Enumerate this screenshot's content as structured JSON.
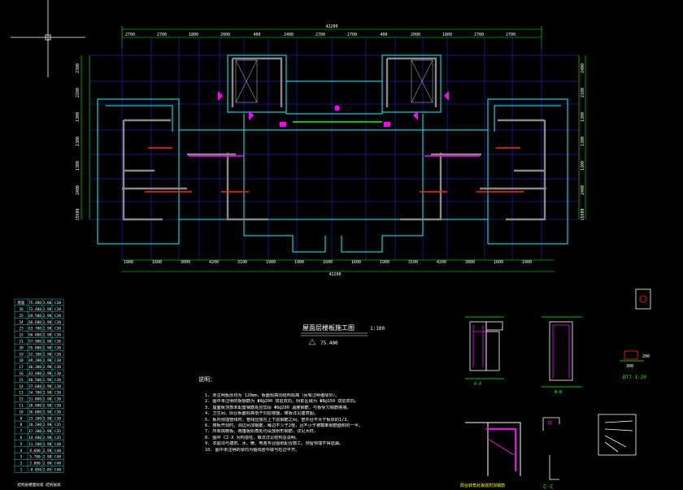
{
  "drawing": {
    "overall_dim": "42200",
    "top_dims": [
      "2700",
      "2700",
      "1800",
      "2000",
      "400",
      "2400",
      "2700",
      "2700",
      "400",
      "2000",
      "1800",
      "2700",
      "2700"
    ],
    "bottom_dims": [
      "1000",
      "1600",
      "3000",
      "4200",
      "3100",
      "1900",
      "1900",
      "1600",
      "1600",
      "1900",
      "3100",
      "4200",
      "3000",
      "1600",
      "1000"
    ],
    "left_dims": [
      "2300",
      "2100",
      "1300",
      "1300",
      "1300",
      "2400",
      "15600"
    ],
    "right_dims": [
      "2400",
      "2100",
      "1300",
      "1300",
      "1300",
      "2400",
      "15600"
    ],
    "title": "屋面层楼板施工图",
    "scale": "1:100",
    "elevation": "75.400"
  },
  "level_table": {
    "header": [
      "屋面",
      "75.400",
      "",
      ""
    ],
    "rows": [
      [
        "屋面",
        "75.400",
        "3.00",
        "C30"
      ],
      [
        "26",
        "72.400",
        "2.90",
        "C30"
      ],
      [
        "25",
        "69.500",
        "2.90",
        "C30"
      ],
      [
        "24",
        "66.600",
        "2.90",
        "C30"
      ],
      [
        "23",
        "63.700",
        "2.90",
        "C30"
      ],
      [
        "22",
        "60.800",
        "2.90",
        "C30"
      ],
      [
        "21",
        "57.900",
        "2.90",
        "C30"
      ],
      [
        "20",
        "55.000",
        "2.90",
        "C30"
      ],
      [
        "19",
        "52.100",
        "2.90",
        "C30"
      ],
      [
        "18",
        "49.200",
        "2.90",
        "C30"
      ],
      [
        "17",
        "46.300",
        "2.90",
        "C30"
      ],
      [
        "16",
        "43.400",
        "2.90",
        "C30"
      ],
      [
        "15",
        "40.500",
        "2.90",
        "C30"
      ],
      [
        "14",
        "37.600",
        "2.90",
        "C30"
      ],
      [
        "13",
        "34.700",
        "2.90",
        "C30"
      ],
      [
        "12",
        "31.800",
        "2.90",
        "C30"
      ],
      [
        "11",
        "28.900",
        "2.90",
        "C30"
      ],
      [
        "10",
        "26.000",
        "2.90",
        "C30"
      ],
      [
        "9",
        "23.100",
        "2.90",
        "C30"
      ],
      [
        "8",
        "20.200",
        "2.90",
        "C35"
      ],
      [
        "7",
        "17.300",
        "2.90",
        "C35"
      ],
      [
        "6",
        "14.400",
        "2.90",
        "C35"
      ],
      [
        "5",
        "11.500",
        "2.90",
        "C40"
      ],
      [
        "4",
        "8.600",
        "2.90",
        "C40"
      ],
      [
        "3",
        "5.700",
        "2.90",
        "C40"
      ],
      [
        "2",
        "2.800",
        "2.90",
        "C40"
      ],
      [
        "1",
        "-0.050",
        "2.85",
        "C40"
      ]
    ],
    "caption": "结构层楼面标高 结构层高"
  },
  "notes": {
    "heading": "说明：",
    "lines": [
      "1. 未注明板厚均为 120mm，板面标高同结构标高（另有注明者除外）。",
      "2. 图中未注明的板钢筋为 Φ8@200 双层双向，阴影区域为 Φ8@150 双层双向。",
      "3. 屋面板顶部未配置钢筋处应加设 Φ6@200 温度钢筋，与板受力钢筋搭接。",
      "4. 卫生间、阳台板面标高低于同层楼面，降板详见建筑图。",
      "5. 板内预埋管线时，管线应放在上下层钢筋之间，管外径不大于板厚的1/3。",
      "6. 楼板开洞时，洞边另加钢筋，每边不少于2根，且不小于被截断钢筋面积的一半。",
      "7. 所有挑檐板、雨篷板阳角处均设放射形钢筋，详见大样。",
      "8. 图中 CZ-X 为构造柱，做法详见结构总说明。",
      "9. 本图须与建筑、水、暖、电各专业图纸配合施工，预留预埋不得遗漏。",
      "10. 图中未注明的梁均为轴线居中或与柱边平齐。"
    ],
    "highlight_a": "120mm",
    "highlight_b": "Φ8@200",
    "highlight_c": "C30"
  },
  "details": {
    "section_a": "A-A",
    "section_b": "B-B",
    "section_c": "C-C",
    "corner_label": "阳台转角处板底附加钢筋",
    "detail_caption": "DT7 1:20",
    "small_dim": "300",
    "small_dim2": "200"
  }
}
